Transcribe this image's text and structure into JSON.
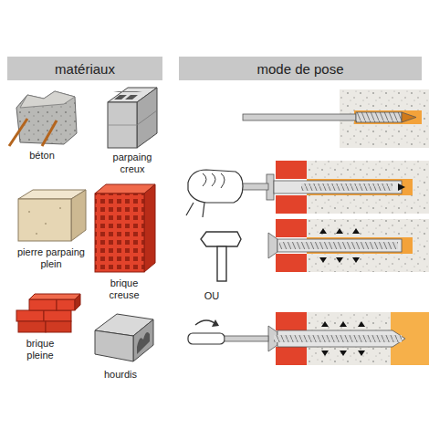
{
  "diagram": {
    "nodes": [
      {
        "text": [
          "matériaux"
        ]
      },
      {
        "text": [
          "mode de pose"
        ]
      }
    ],
    "labels": [
      "béton",
      "parpaing creux",
      "pierre parpaing plein",
      "brique creuse",
      "brique pleine",
      "hourdis",
      "OU"
    ]
  }
}
